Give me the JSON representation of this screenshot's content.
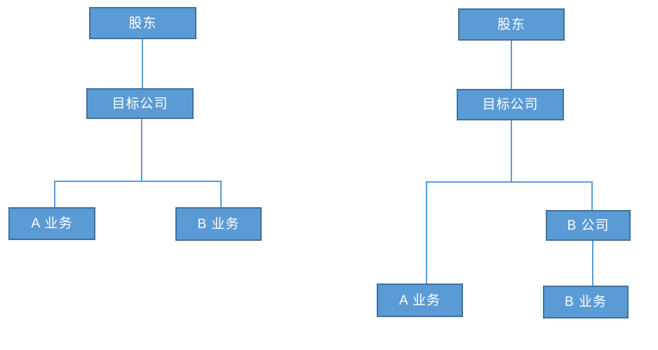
{
  "diagram_type": "org-chart-pair",
  "left_chart": {
    "shareholder": "股东",
    "target_company": "目标公司",
    "business_a": "A 业务",
    "business_b": "B 业务"
  },
  "right_chart": {
    "shareholder": "股东",
    "target_company": "目标公司",
    "company_b": "B 公司",
    "business_a": "A 业务",
    "business_b": "B 业务"
  },
  "colors": {
    "box_fill": "#5b9bd5",
    "box_border": "#41719c",
    "connector": "#5b9bd5",
    "text": "#ffffff",
    "background": "#ffffff"
  }
}
